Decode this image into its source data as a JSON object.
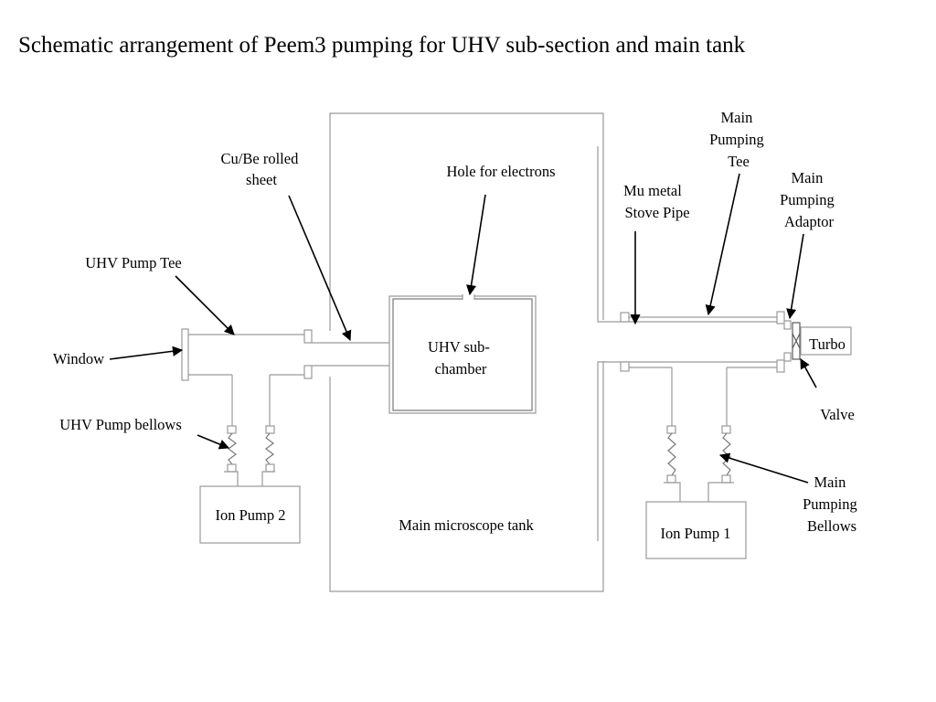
{
  "title": "Schematic arrangement of Peem3 pumping for UHV sub-section and main tank",
  "labels": {
    "cu_be_line1": "Cu/Be rolled",
    "cu_be_line2": "sheet",
    "hole_for_electrons": "Hole for electrons",
    "uhv_pump_tee": "UHV Pump Tee",
    "window": "Window",
    "uhv_pump_bellows": "UHV Pump bellows",
    "ion_pump_2": "Ion Pump 2",
    "uhv_sub_chamber_line1": "UHV sub-",
    "uhv_sub_chamber_line2": "chamber",
    "main_microscope_tank": "Main microscope tank",
    "mu_metal_line1": "Mu metal",
    "mu_metal_line2": "Stove Pipe",
    "main_pumping_tee_line1": "Main",
    "main_pumping_tee_line2": "Pumping",
    "main_pumping_tee_line3": "Tee",
    "main_pumping_adaptor_line1": "Main",
    "main_pumping_adaptor_line2": "Pumping",
    "main_pumping_adaptor_line3": "Adaptor",
    "turbo": "Turbo",
    "valve": "Valve",
    "ion_pump_1": "Ion Pump 1",
    "main_pumping_bellows_line1": "Main",
    "main_pumping_bellows_line2": "Pumping",
    "main_pumping_bellows_line3": "Bellows"
  }
}
